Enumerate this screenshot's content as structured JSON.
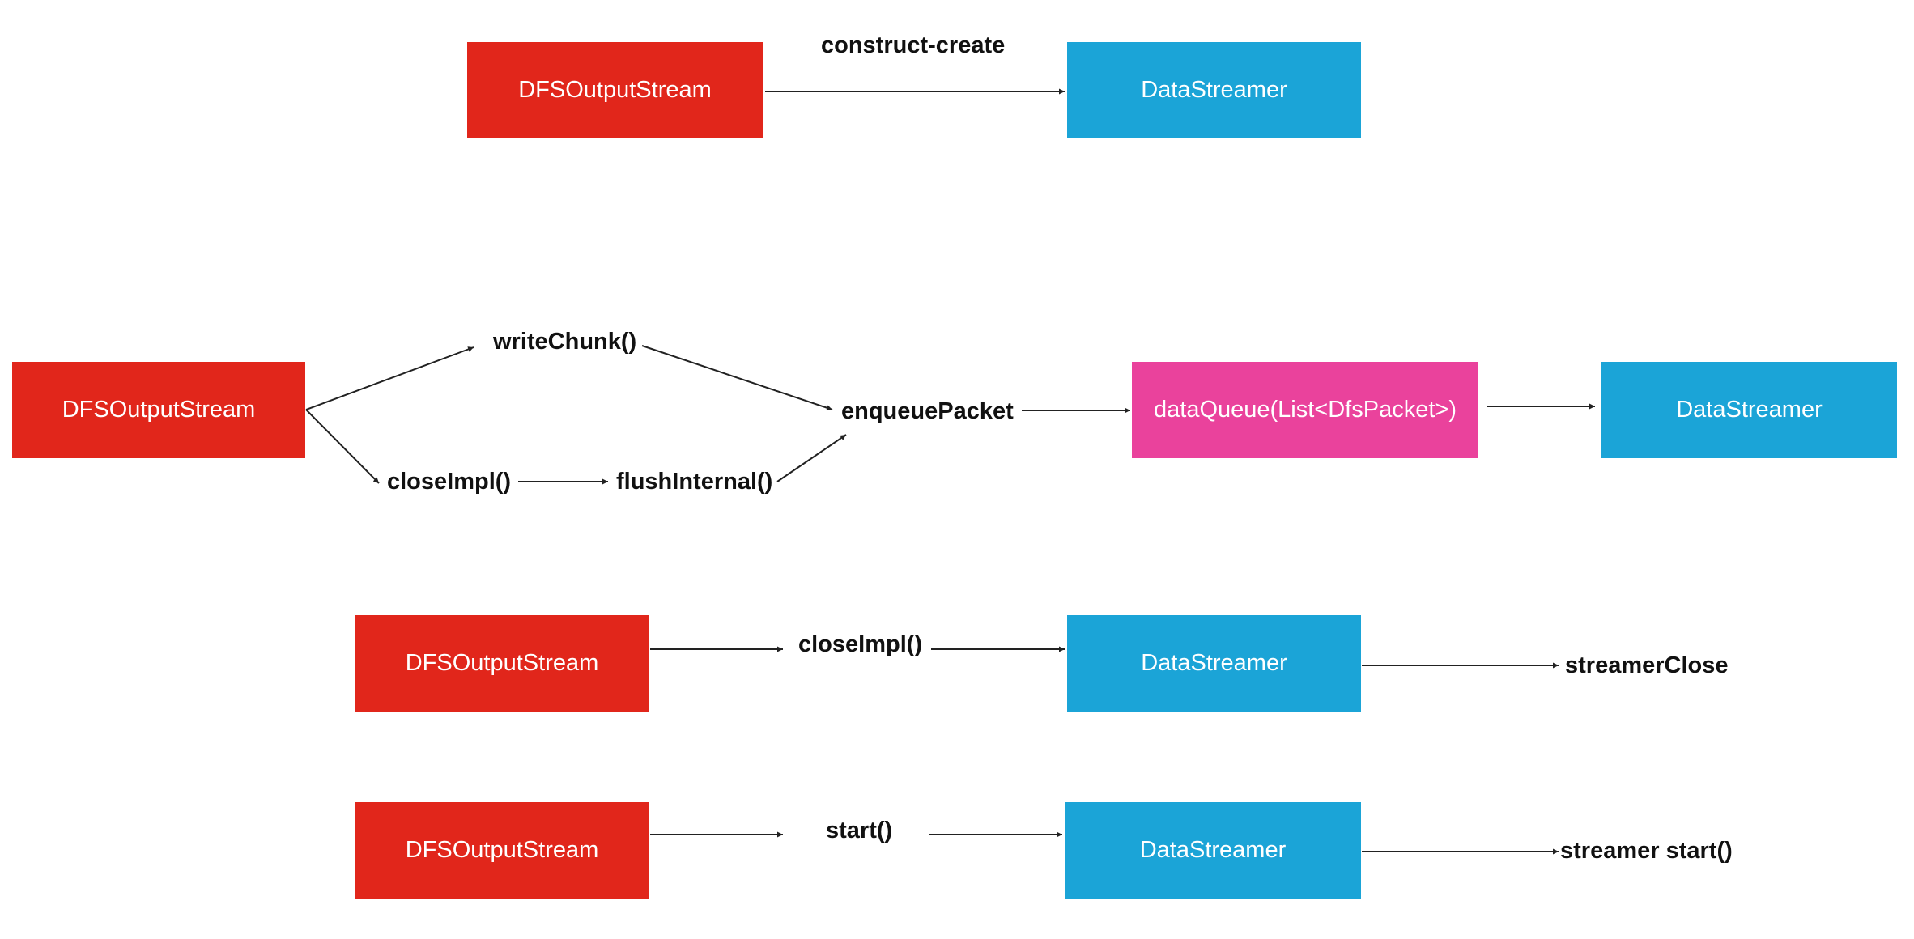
{
  "row1": {
    "source": "DFSOutputStream",
    "edge_label": "construct-create",
    "target": "DataStreamer"
  },
  "row2": {
    "source": "DFSOutputStream",
    "write_chunk": "writeChunk()",
    "close_impl": "closeImpl()",
    "flush_internal": "flushInternal()",
    "enqueue_packet": "enqueuePacket",
    "data_queue": "dataQueue(List<DfsPacket>)",
    "target": "DataStreamer"
  },
  "row3": {
    "source": "DFSOutputStream",
    "close_impl": "closeImpl()",
    "target": "DataStreamer",
    "result": "streamerClose"
  },
  "row4": {
    "source": "DFSOutputStream",
    "start": "start()",
    "target": "DataStreamer",
    "result": "streamer start()"
  },
  "colors": {
    "source_box": "#e1261b",
    "streamer_box": "#1ba4d7",
    "queue_box": "#ea429c",
    "arrow": "#222222"
  }
}
